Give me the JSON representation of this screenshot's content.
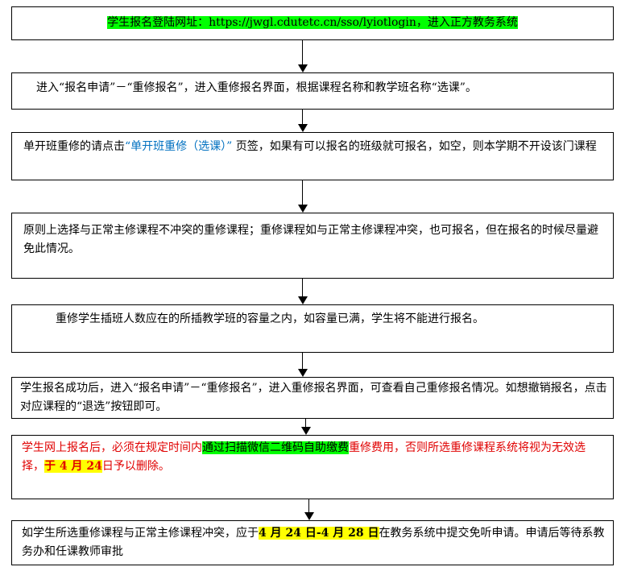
{
  "step1": {
    "text": "学生报名登陆网址：https://jwgl.cdutetc.cn/sso/lyiotlogin，进入正方教务系统"
  },
  "step2": {
    "text": "进入“报名申请”－“重修报名”，进入重修报名界面，根据课程名称和教学班名称“选课”。"
  },
  "step3": {
    "before": "单开班重修的请点击",
    "link": "“单开班重修（选课）”",
    "after": " 页签，如果有可以报名的班级就可报名，如空，则本学期不开设该门课程"
  },
  "step4": {
    "text": "原则上选择与正常主修课程不冲突的重修课程；重修课程如与正常主修课程冲突，也可报名，但在报名的时候尽量避免此情况。"
  },
  "step5": {
    "text": "重修学生插班人数应在的所插教学班的容量之内，如容量已满，学生将不能进行报名。"
  },
  "step6": {
    "text": "学生报名成功后，进入“报名申请”－“重修报名”，进入重修报名界面，可查看自己重修报名情况。如想撤销报名，点击对应课程的“退选”按钮即可。"
  },
  "step7": {
    "part1": "学生网上报名后，必须在规定时间内",
    "highlight1": "通过扫描微信二维码自助缴费",
    "part2": "重修费用，否则所选重修课程系统将视为无效选择，",
    "highlight2": "于 4 月 24",
    "part3": "日予以删除。"
  },
  "step8": {
    "part1": "如学生所选重修课程与正常主修课程冲突，应于",
    "highlight": "4 月 24 日-4 月 28 日",
    "part2": "在教务系统中提交免听申请。申请后等待系教务办和任课教师审批"
  },
  "colors": {
    "green_highlight": "#00ff00",
    "yellow_highlight": "#ffff00",
    "red_text": "#e00000",
    "blue_text": "#0070c0"
  }
}
